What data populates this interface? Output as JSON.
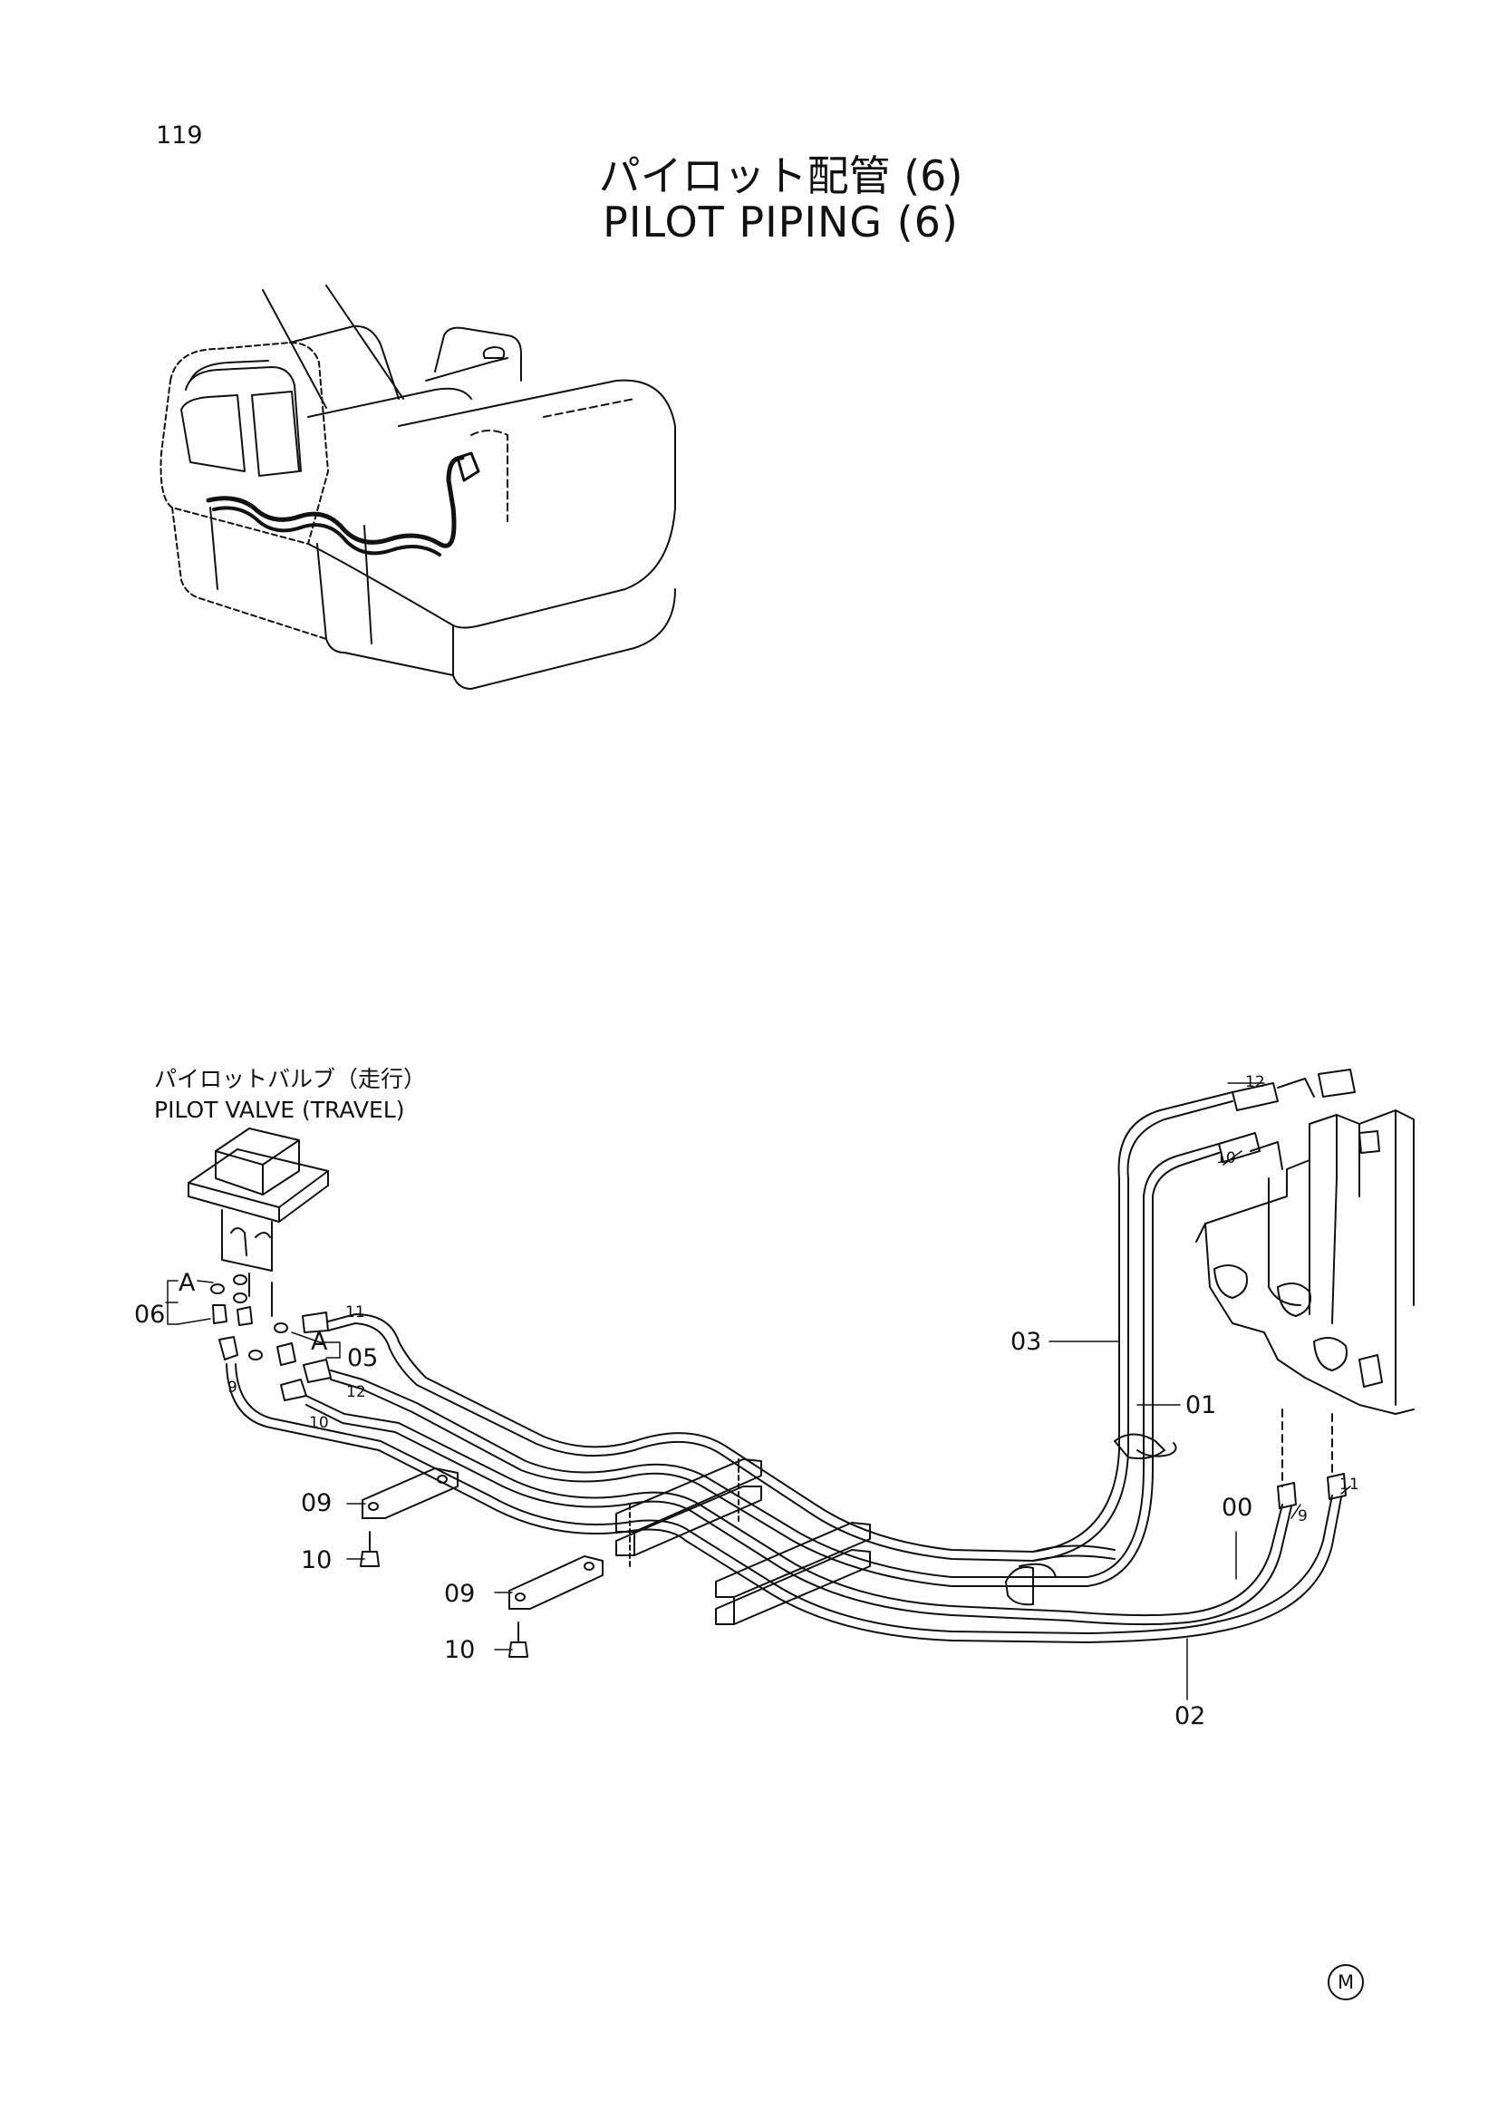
{
  "page": {
    "number": "119"
  },
  "title": {
    "jp": "パイロット配管 (6)",
    "en": "PILOT PIPING (6)"
  },
  "valve": {
    "jp": "パイロットバルブ（走行）",
    "en": "PILOT VALVE (TRAVEL)"
  },
  "callouts": {
    "c01": "01",
    "c00": "00",
    "c02": "02",
    "c03": "03",
    "c05": "05",
    "c06": "06",
    "c09a": "09",
    "c09b": "09",
    "c10a": "10",
    "c10b": "10",
    "viewA1": "A",
    "viewA2": "A"
  },
  "port_labels": {
    "p9a": "9",
    "p10a": "10",
    "p11a": "11",
    "p12a": "12",
    "p12b": "12",
    "p10b": "10",
    "p9b": "9",
    "p11b": "11"
  },
  "footer": {
    "mark": "M"
  }
}
